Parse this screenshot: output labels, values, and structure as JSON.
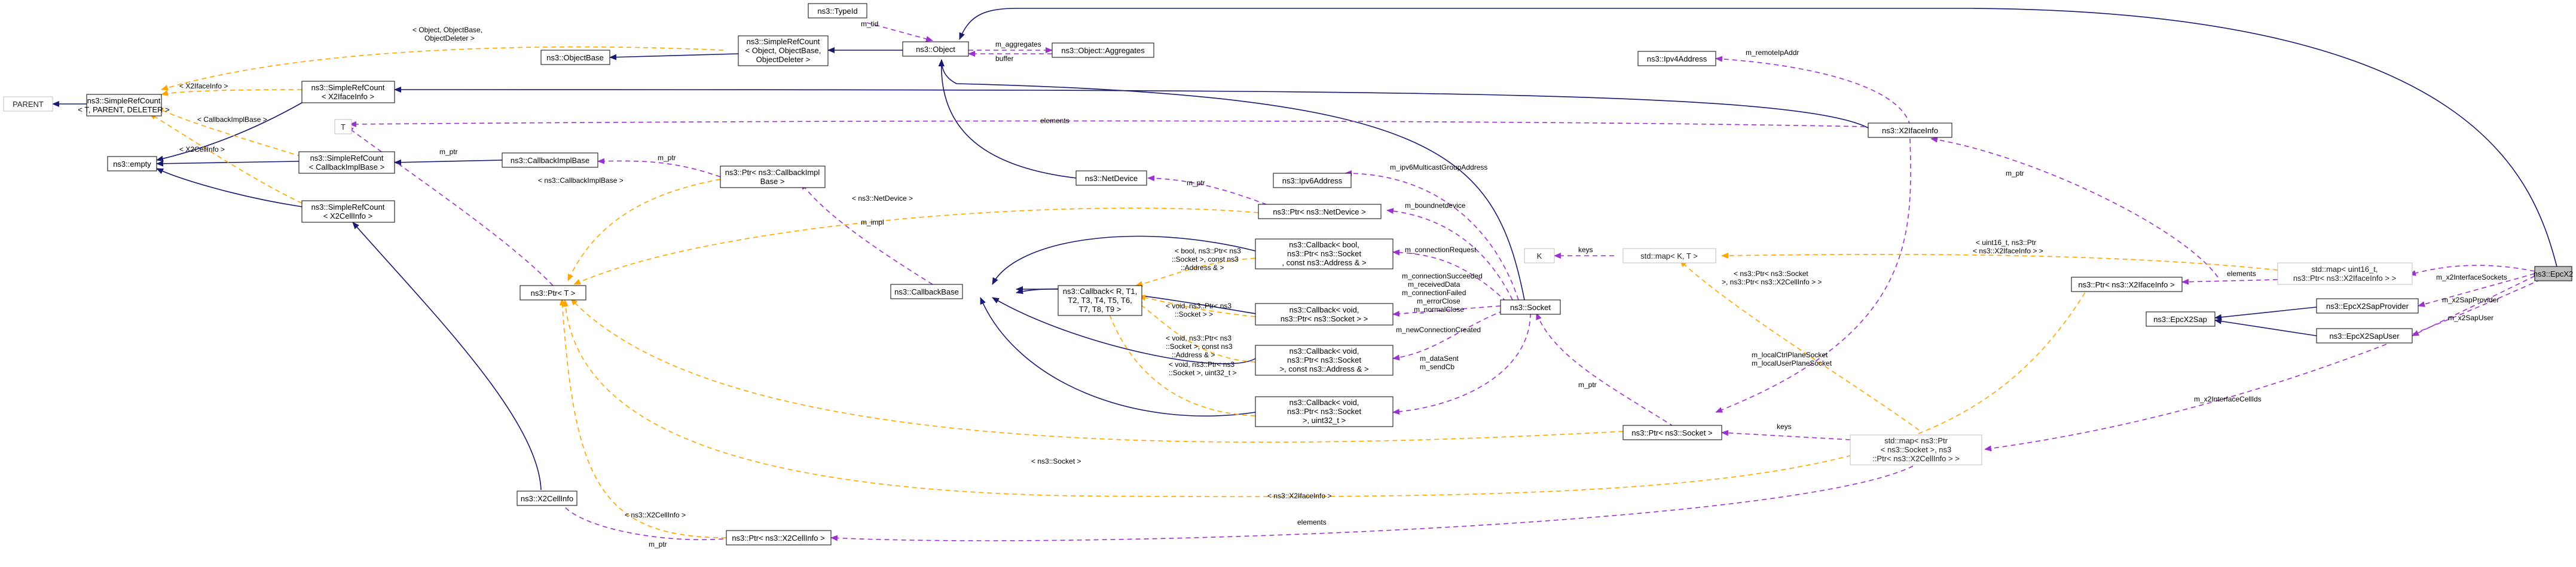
{
  "colors": {
    "inheritance": "#191970",
    "usage": "#9a32cd",
    "template": "#ffa500",
    "highlight": "#bfbfbf"
  },
  "nodes": {
    "epcx2": "ns3::EpcX2",
    "parent": "PARENT",
    "simpleref_generic": [
      "ns3::SimpleRefCount",
      "< T, PARENT, DELETER >"
    ],
    "simpleref_x2iface": [
      "ns3::SimpleRefCount",
      "< X2IfaceInfo >"
    ],
    "empty": "ns3::empty",
    "simpleref_cbimpl": [
      "ns3::SimpleRefCount",
      "< CallbackImplBase >"
    ],
    "simpleref_x2cell": [
      "ns3::SimpleRefCount",
      "< X2CellInfo >"
    ],
    "t_param": "T",
    "ptr_t": "ns3::Ptr< T >",
    "x2cellinfo": "ns3::X2CellInfo",
    "typeid": "ns3::TypeId",
    "objectbase": "ns3::ObjectBase",
    "simpleref_object": [
      "ns3::SimpleRefCount",
      "< Object, ObjectBase,",
      "ObjectDeleter >"
    ],
    "object": "ns3::Object",
    "aggregates": "ns3::Object::Aggregates",
    "callbackimplbase": "ns3::CallbackImplBase",
    "ptr_cbimpl": [
      "ns3::Ptr< ns3::CallbackImpl",
      "Base >"
    ],
    "callbackbase": "ns3::CallbackBase",
    "netdevice": "ns3::NetDevice",
    "ptr_netdevice": "ns3::Ptr< ns3::NetDevice >",
    "ipv6address": "ns3::Ipv6Address",
    "ipv4address": "ns3::Ipv4Address",
    "x2ifaceinfo": "ns3::X2IfaceInfo",
    "cb_bool": [
      "ns3::Callback< bool,",
      "ns3::Ptr< ns3::Socket",
      ", const ns3::Address & >"
    ],
    "cb_generic": [
      "ns3::Callback< R, T1,",
      "T2, T3, T4, T5, T6,",
      "T7, T8, T9 >"
    ],
    "cb_void_sock": [
      "ns3::Callback< void,",
      "ns3::Ptr< ns3::Socket > >"
    ],
    "cb_void_addr": [
      "ns3::Callback< void,",
      "ns3::Ptr< ns3::Socket",
      " >, const ns3::Address & >"
    ],
    "cb_void_uint": [
      "ns3::Callback< void,",
      "ns3::Ptr< ns3::Socket",
      " >, uint32_t >"
    ],
    "socket": "ns3::Socket",
    "k_param": "K",
    "std_map_kt": "std::map< K, T >",
    "ptr_socket": "ns3::Ptr< ns3::Socket >",
    "map_sock_cell": [
      "std::map< ns3::Ptr",
      "< ns3::Socket >, ns3",
      "::Ptr< ns3::X2CellInfo > >"
    ],
    "ptr_x2cellinfo": "ns3::Ptr< ns3::X2CellInfo >",
    "ptr_x2ifaceinfo": "ns3::Ptr< ns3::X2IfaceInfo >",
    "map_uint_iface": [
      "std::map< uint16_t,",
      " ns3::Ptr< ns3::X2IfaceInfo > >"
    ],
    "epcx2sap": "ns3::EpcX2Sap",
    "epcx2sapprovider": "ns3::EpcX2SapProvider",
    "epcx2sapuser": "ns3::EpcX2SapUser"
  },
  "edge_labels": {
    "tid": "m_tid",
    "aggregates": [
      "m_aggregates",
      "buffer"
    ],
    "remote_ip": "m_remoteIpAddr",
    "template_object": [
      "< Object, ObjectBase,",
      "ObjectDeleter >"
    ],
    "tpl_x2iface": "< X2IfaceInfo >",
    "tpl_cbimpl": "< CallbackImplBase >",
    "tpl_x2cell": "< X2CellInfo >",
    "elements_top": "elements",
    "m_ptr_cbimpl": "m_ptr",
    "m_ptr_left": "m_ptr",
    "tpl_ns3_cbimpl": "< ns3::CallbackImplBase >",
    "m_impl": "m_impl",
    "m_ptr_netdevice": "m_ptr",
    "tpl_ns3_netdevice": "< ns3::NetDevice >",
    "ipv6_multicast": "m_ipv6MulticastGroupAddress",
    "bound_netdevice": "m_boundnetdevice",
    "connection_request": "m_connectionRequest",
    "socket_callbacks": [
      "m_connectionSucceeded",
      "m_receivedData",
      "m_connectionFailed",
      "m_errorClose",
      "m_normalClose"
    ],
    "new_connection": "m_newConnectionCreated",
    "data_sent": [
      "m_dataSent",
      "m_sendCb"
    ],
    "tpl_cb_bool": [
      "< bool, ns3::Ptr< ns3",
      "::Socket >, const ns3",
      "::Address & >"
    ],
    "tpl_cb_void_sock": [
      "< void, ns3::Ptr< ns3",
      "::Socket > >"
    ],
    "tpl_cb_void_addr": [
      "< void, ns3::Ptr< ns3",
      "::Socket >, const ns3",
      "::Address & >"
    ],
    "tpl_cb_void_uint": [
      "< void, ns3::Ptr< ns3",
      "::Socket >, uint32_t >"
    ],
    "keys_top": "keys",
    "m_ptr_socket": "m_ptr",
    "local_sockets": [
      "m_localCtrlPlaneSocket",
      "m_localUserPlaneSocket"
    ],
    "tpl_sock_cell": [
      "< ns3::Ptr< ns3::Socket",
      " >, ns3::Ptr< ns3::X2CellInfo > >"
    ],
    "tpl_ns3_socket": "< ns3::Socket >",
    "keys_bottom": "keys",
    "m_ptr_x2iface": "m_ptr",
    "tpl_uint_iface": [
      "< uint16_t, ns3::Ptr",
      "< ns3::X2IfaceInfo > >"
    ],
    "elements_mid": "elements",
    "x2_iface_sockets": "m_x2InterfaceSockets",
    "x2_sap_provider": "m_x2SapProvider",
    "x2_sap_user": "m_x2SapUser",
    "x2_iface_cellids": "m_x2InterfaceCellIds",
    "tpl_ns3_x2iface": "< ns3::X2IfaceInfo >",
    "tpl_ns3_x2cell": "< ns3::X2CellInfo >",
    "m_ptr_x2cell": "m_ptr",
    "elements_bottom": "elements"
  }
}
